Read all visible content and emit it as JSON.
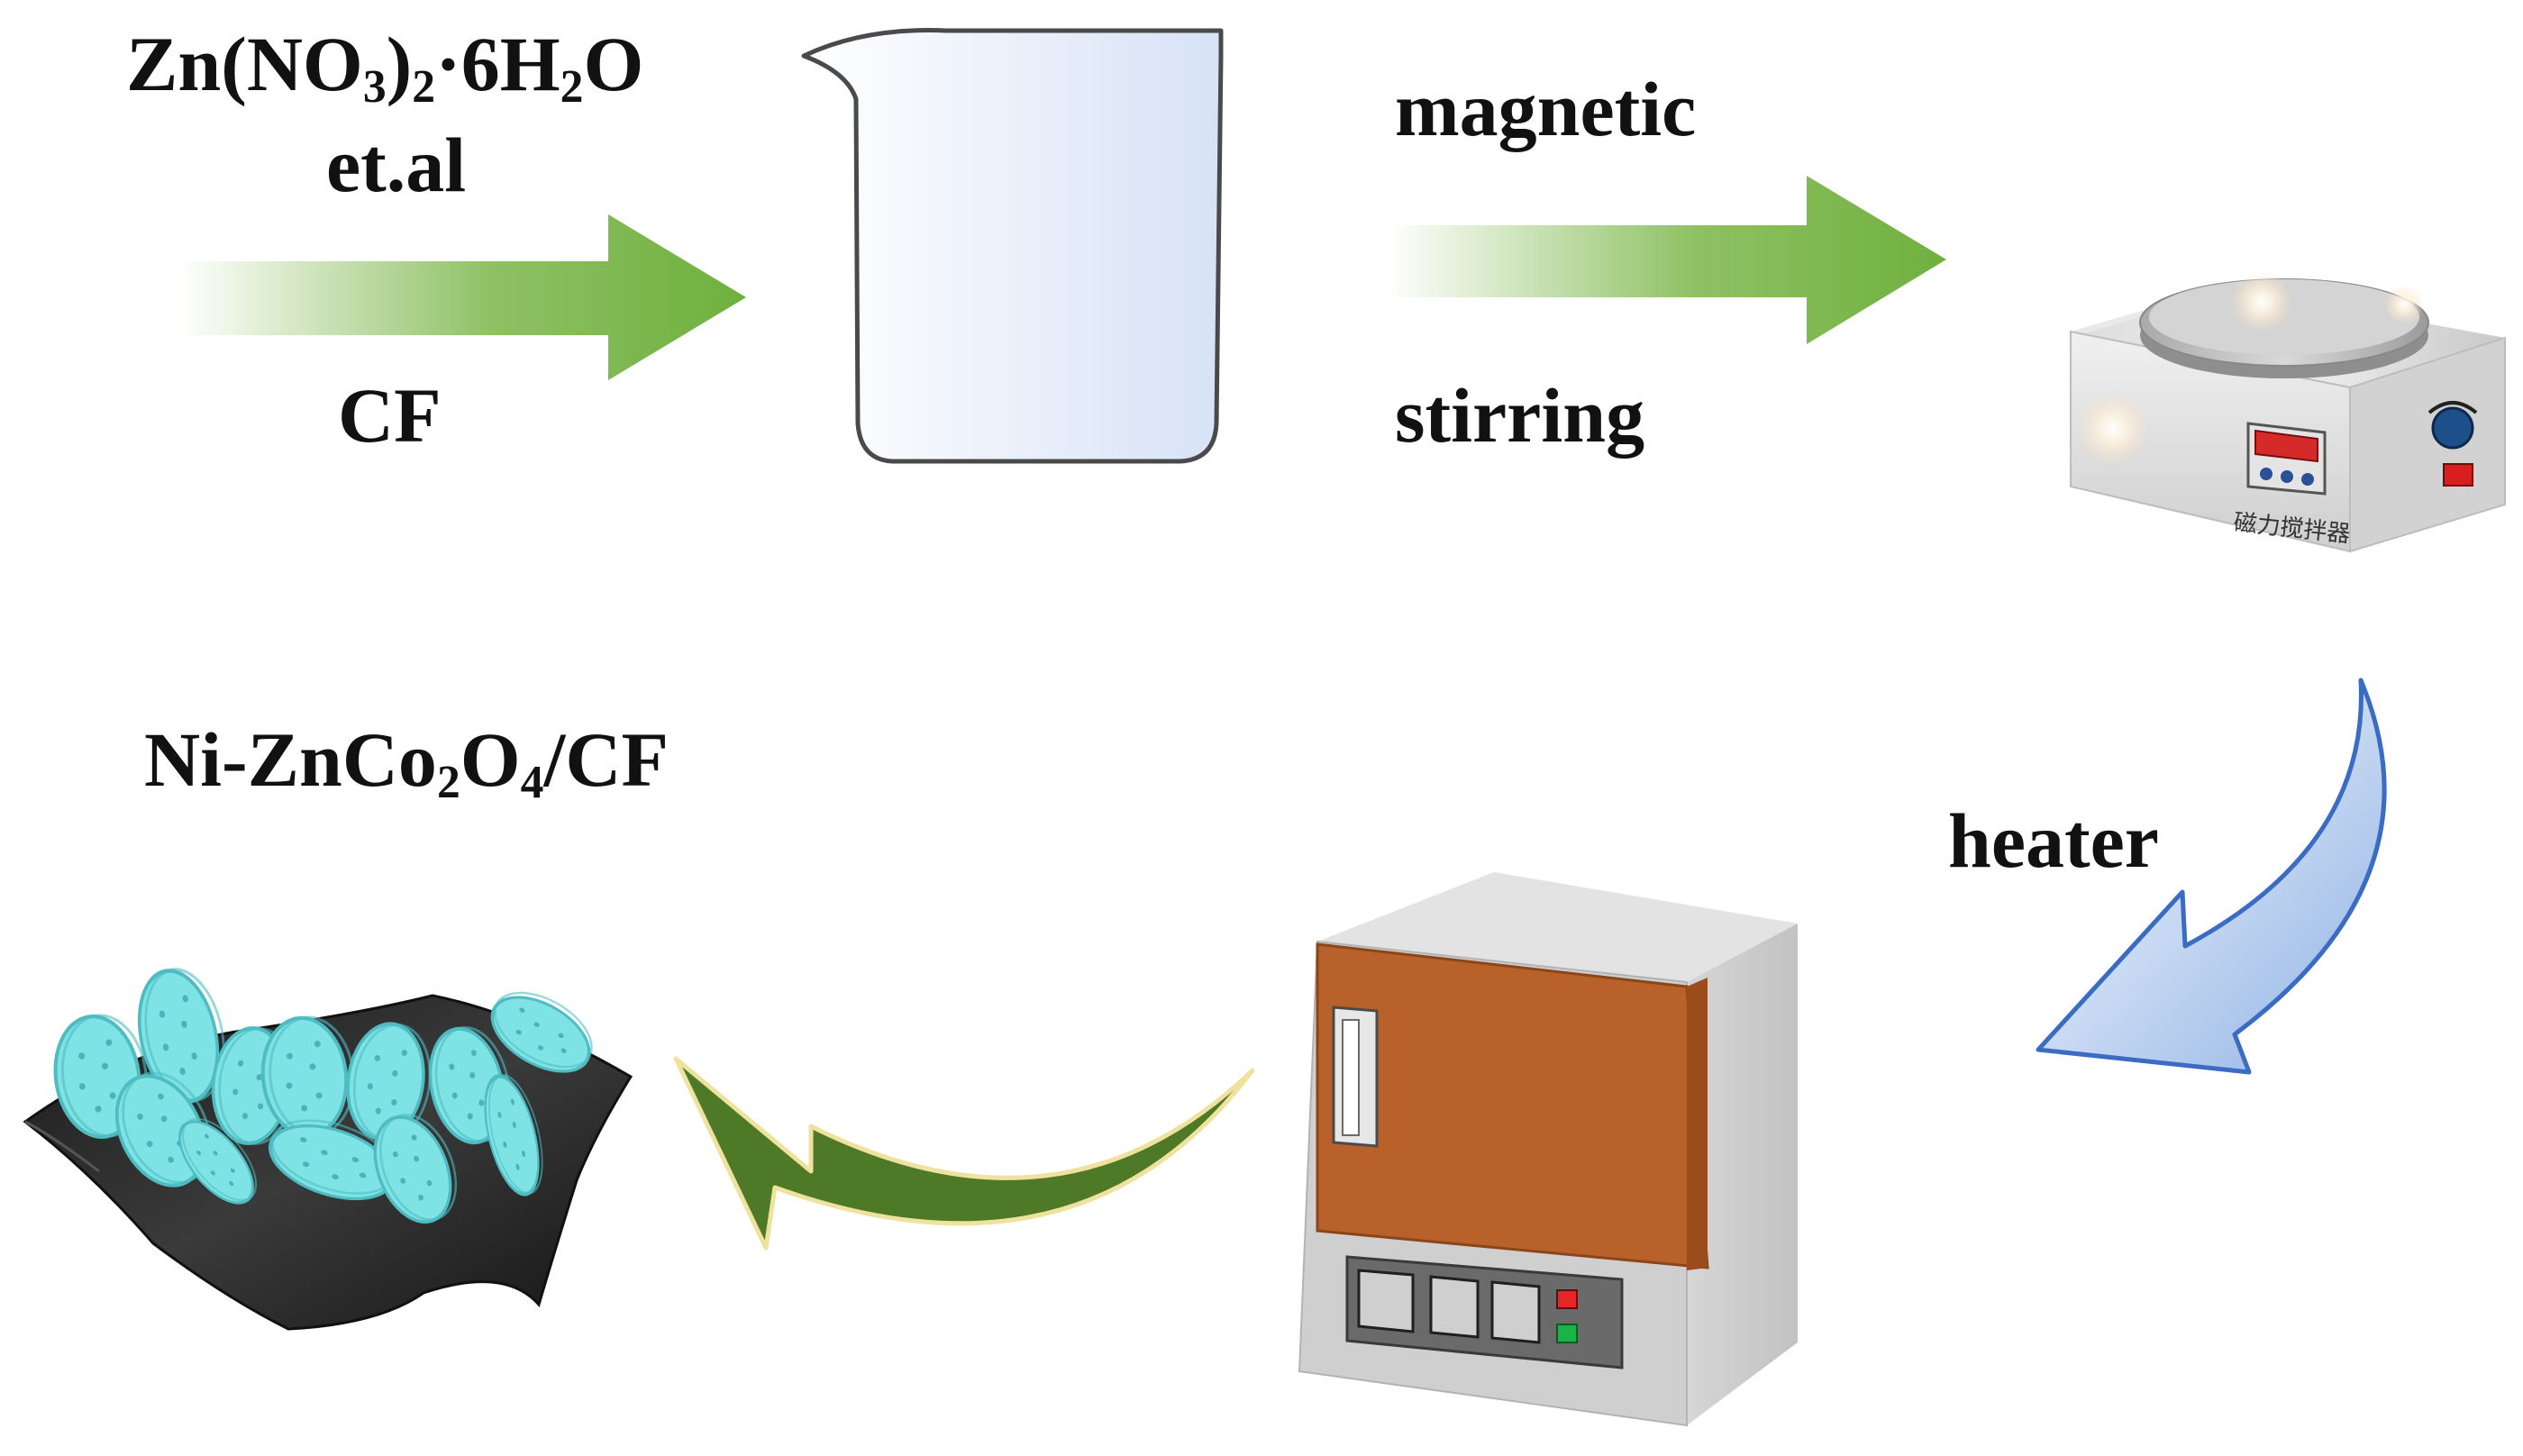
{
  "labels": {
    "reagent_prefix": "Zn(NO",
    "reagent_sub1": "3",
    "reagent_mid": ")",
    "reagent_sub2": "2",
    "reagent_suffix1": "·6H",
    "reagent_sub3": "2",
    "reagent_suffix2": "O",
    "etal": "et.al",
    "cf": "CF",
    "magnetic": "magnetic",
    "stirring": "stirring",
    "heater": "heater",
    "product_prefix": "Ni-ZnCo",
    "product_sub1": "2",
    "product_mid": "O",
    "product_sub2": "4",
    "product_suffix": "/CF"
  },
  "stirrer_brand": "磁力搅拌器",
  "colors": {
    "green_arrow": "#7ab648",
    "blue_arrow": "#a9c4ec",
    "dark_green_arrow": "#4e7a27",
    "oven_door": "#b8612a",
    "sheet": "#222222",
    "crystal": "#7fe3e6"
  }
}
